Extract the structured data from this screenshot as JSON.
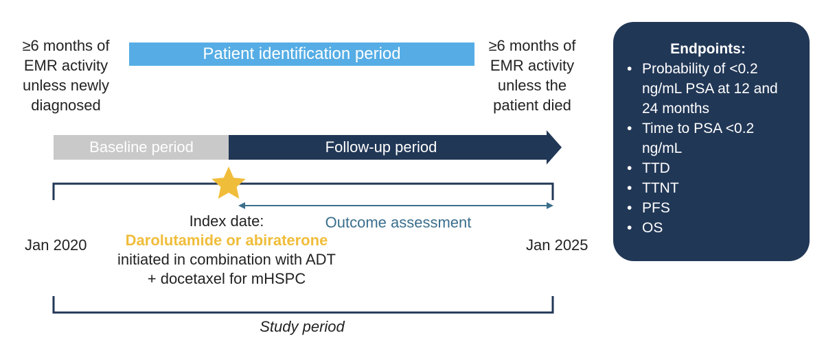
{
  "left_note": [
    "≥6 months of",
    "EMR activity",
    "unless newly",
    "diagnosed"
  ],
  "right_note": [
    "≥6 months of",
    "EMR activity",
    "unless the",
    "patient died"
  ],
  "identification_period": "Patient identification period",
  "baseline_period": "Baseline period",
  "followup_period": "Follow-up period",
  "index": {
    "label": "Index date:",
    "drug": "Darolutamide or abiraterone",
    "line1": "initiated in combination with ADT",
    "line2": "+ docetaxel for mHSPC"
  },
  "outcome_assessment": "Outcome assessment",
  "start_date": "Jan 2020",
  "end_date": "Jan 2025",
  "study_period": "Study period",
  "endpoints": {
    "title": "Endpoints:",
    "items": [
      "Probability of <0.2 ng/mL PSA at 12 and 24 months",
      "Time to PSA <0.2 ng/mL",
      "TTD",
      "TTNT",
      "PFS",
      "OS"
    ]
  },
  "colors": {
    "navy": "#213756",
    "light_blue": "#56ade5",
    "gray": "#c9c9c9",
    "gold": "#f0bd3a",
    "teal": "#3a6e8c"
  }
}
